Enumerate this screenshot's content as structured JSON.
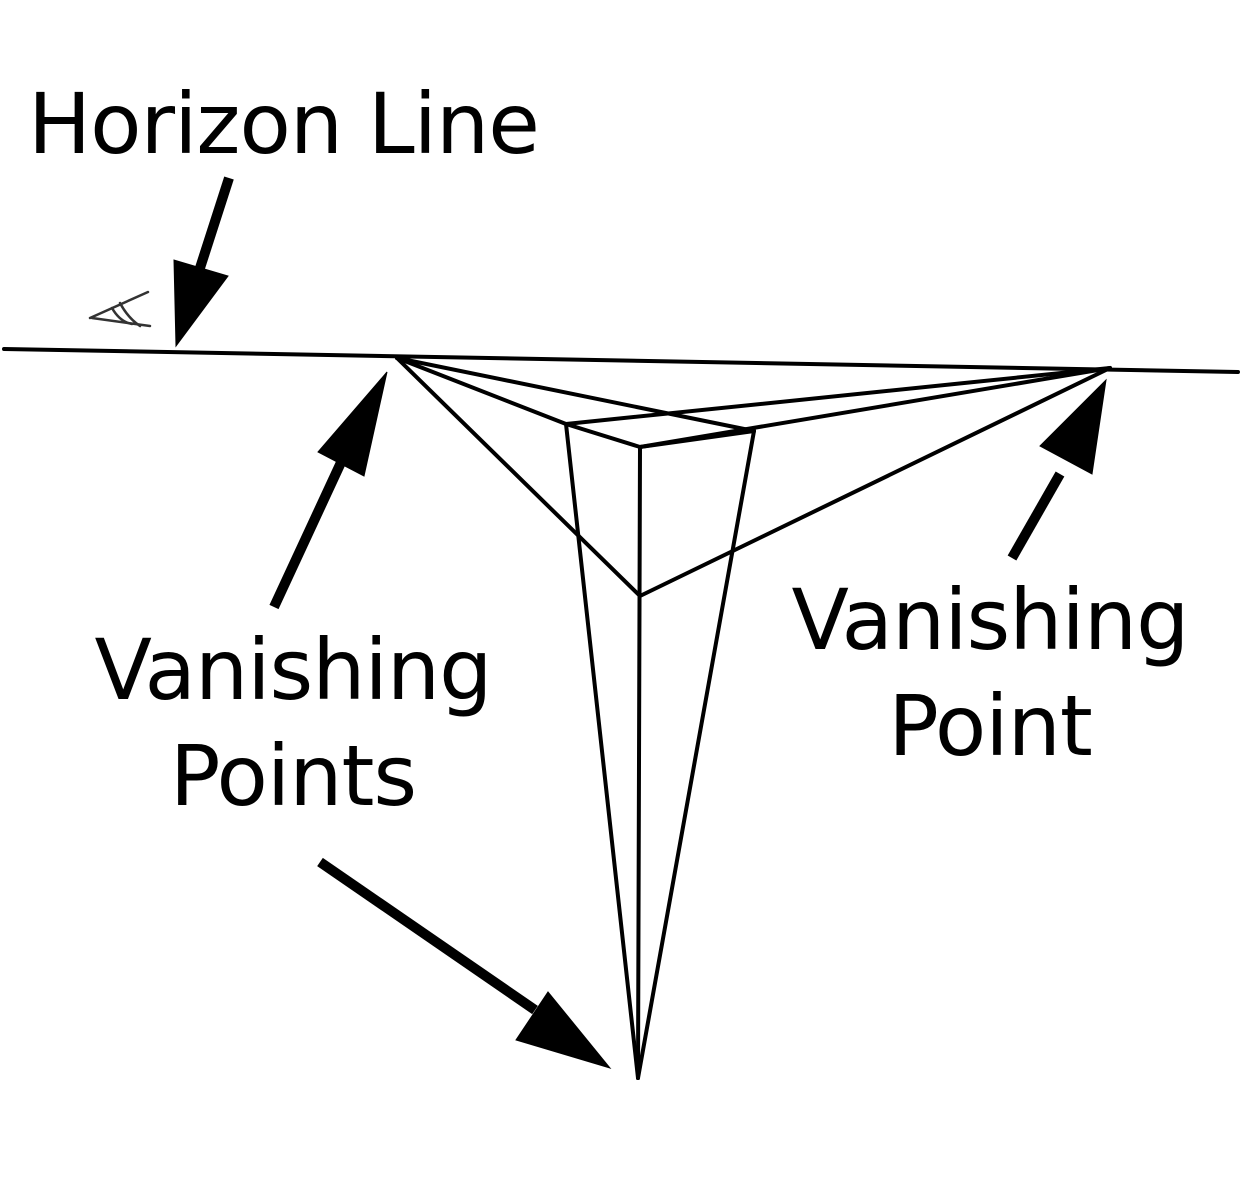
{
  "labels": {
    "horizon": "Horizon Line",
    "vanishing_points_left_line1": "Vanishing",
    "vanishing_points_left_line2": "Points",
    "vanishing_point_right_line1": "Vanishing",
    "vanishing_point_right_line2": "Point"
  },
  "colors": {
    "ink": "#000000",
    "background": "#ffffff"
  },
  "icons": [
    "eye-icon"
  ]
}
